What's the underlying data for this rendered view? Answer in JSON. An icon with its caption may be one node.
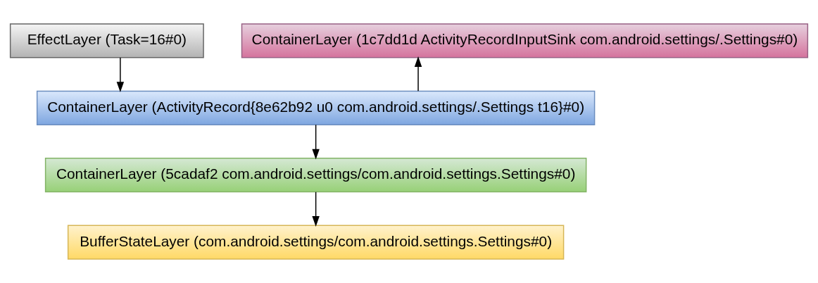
{
  "diagram": {
    "nodes": [
      {
        "text": [
          "EffectLayer (Task=16#0)"
        ]
      },
      {
        "text": [
          "ContainerLayer (1c7dd1d ActivityRecordInputSink com.android.settings/.Settings#0)"
        ]
      },
      {
        "text": [
          "ContainerLayer (ActivityRecord{8e62b92 u0 com.android.settings/.Settings t16}#0)"
        ]
      },
      {
        "text": [
          "ContainerLayer (5cadaf2 com.android.settings/com.android.settings.Settings#0)"
        ]
      },
      {
        "text": [
          "BufferStateLayer (com.android.settings/com.android.settings.Settings#0)"
        ]
      }
    ],
    "edges": [
      {
        "from": 0,
        "to": 2,
        "arrow": "to"
      },
      {
        "from": 2,
        "to": 1,
        "arrow": "to"
      },
      {
        "from": 2,
        "to": 3,
        "arrow": "to"
      },
      {
        "from": 3,
        "to": 4,
        "arrow": "to"
      }
    ]
  }
}
